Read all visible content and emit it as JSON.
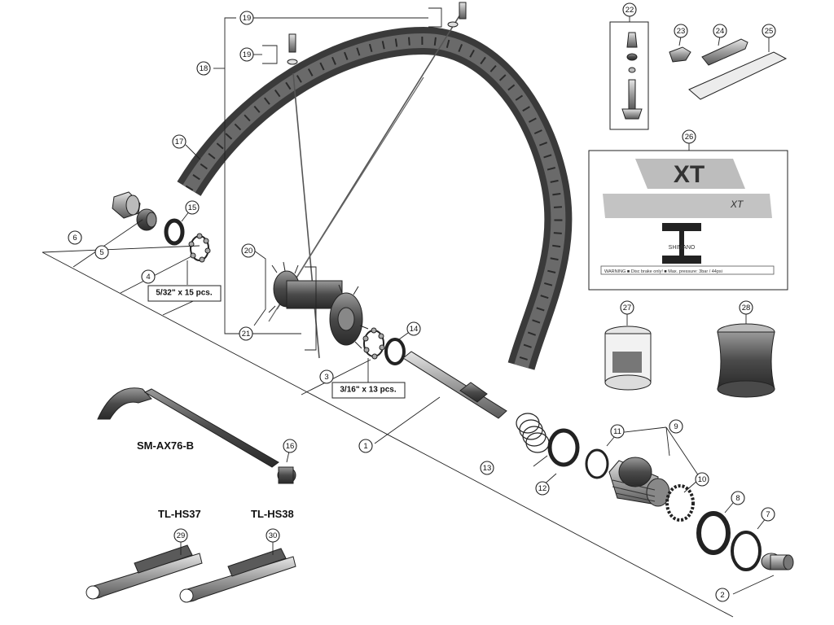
{
  "callouts": [
    "1",
    "2",
    "3",
    "4",
    "5",
    "6",
    "7",
    "8",
    "9",
    "10",
    "11",
    "12",
    "13",
    "14",
    "15",
    "16",
    "17",
    "18",
    "19",
    "20",
    "21",
    "22",
    "23",
    "24",
    "25",
    "26",
    "27",
    "28",
    "29",
    "30"
  ],
  "labels": {
    "axle_model": "SM-AX76-B",
    "tool_a": "TL-HS37",
    "tool_b": "TL-HS38"
  },
  "quantities": {
    "balls_small": "5/32\" x 15 pcs.",
    "balls_large": "3/16\" x 13 pcs."
  },
  "decals": {
    "logo": "XT",
    "shimano": "SHIMANO",
    "warning": "WARNING ■ Disc brake only! ■ Max. pressure: 3bar / 44psi"
  },
  "colors": {
    "line": "#222222",
    "metal_dark": "#555555",
    "metal_mid": "#9a9a9a",
    "metal_light": "#d8d8d8",
    "decal_gray": "#b0b0b0"
  }
}
